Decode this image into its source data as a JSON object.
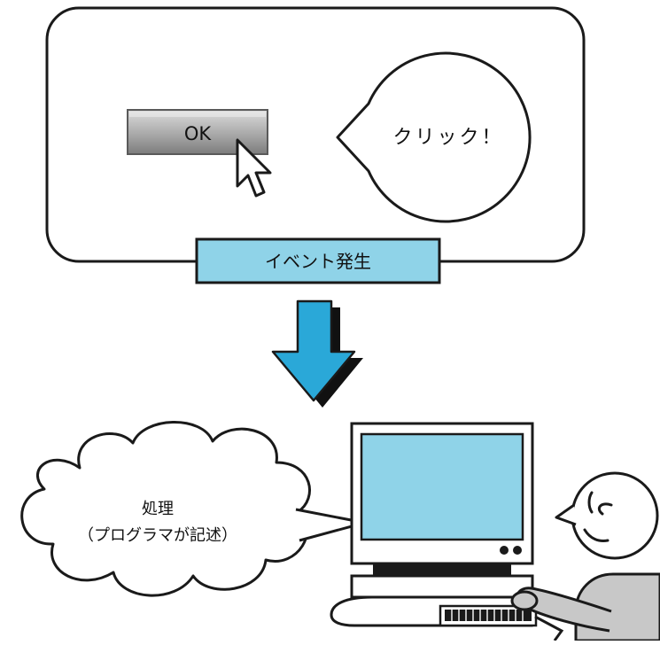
{
  "window": {
    "button_label": "OK",
    "bubble_text": "クリック！",
    "event_label": "イベント発生"
  },
  "cloud": {
    "line1": "処理",
    "line2": "（プログラマが記述）"
  },
  "colors": {
    "stroke": "#1a1a1a",
    "accent_blue": "#8fd3e8",
    "arrow_blue": "#2aa8d8",
    "button_gray": "#9a9a9a",
    "person_gray": "#c8c8c8"
  },
  "icons": [
    "mouse-pointer-icon",
    "down-arrow-icon",
    "computer-monitor-icon",
    "keyboard-icon",
    "person-icon"
  ]
}
